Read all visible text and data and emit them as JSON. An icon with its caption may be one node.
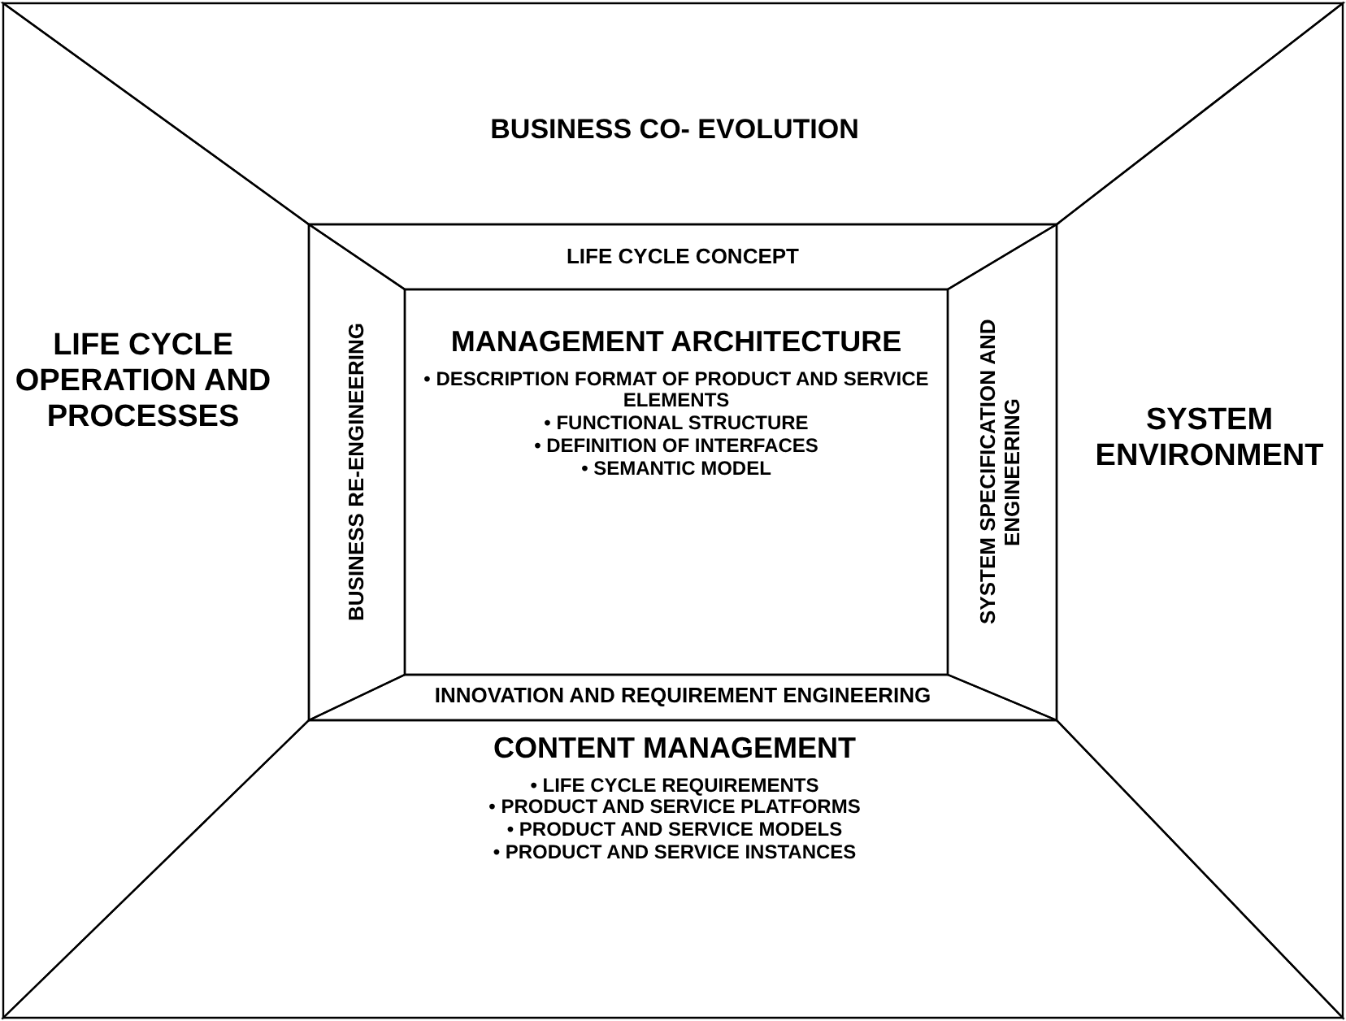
{
  "diagram": {
    "nodes": [
      {
        "text": [
          "BUSINESS CO- EVOLUTION"
        ]
      },
      {
        "text": [
          "LIFE CYCLE OPERATION AND PROCESSES"
        ]
      },
      {
        "text": [
          "SYSTEM ENVIRONMENT"
        ]
      },
      {
        "text": [
          "CONTENT MANAGEMENT",
          "• LIFE CYCLE REQUIREMENTS",
          "• PRODUCT AND SERVICE PLATFORMS",
          "• PRODUCT AND SERVICE MODELS",
          "• PRODUCT AND SERVICE INSTANCES"
        ]
      },
      {
        "text": [
          "LIFE CYCLE CONCEPT"
        ]
      },
      {
        "text": [
          "BUSINESS RE-ENGINEERING"
        ]
      },
      {
        "text": [
          "SYSTEM SPECIFICATION AND ENGINEERING"
        ]
      },
      {
        "text": [
          "INNOVATION AND REQUIREMENT ENGINEERING"
        ]
      },
      {
        "text": [
          "MANAGEMENT ARCHITECTURE",
          "• DESCRIPTION FORMAT OF PRODUCT AND SERVICE ELEMENTS",
          "• FUNCTIONAL STRUCTURE",
          "• DEFINITION OF INTERFACES",
          "• SEMANTIC MODEL"
        ]
      }
    ]
  }
}
